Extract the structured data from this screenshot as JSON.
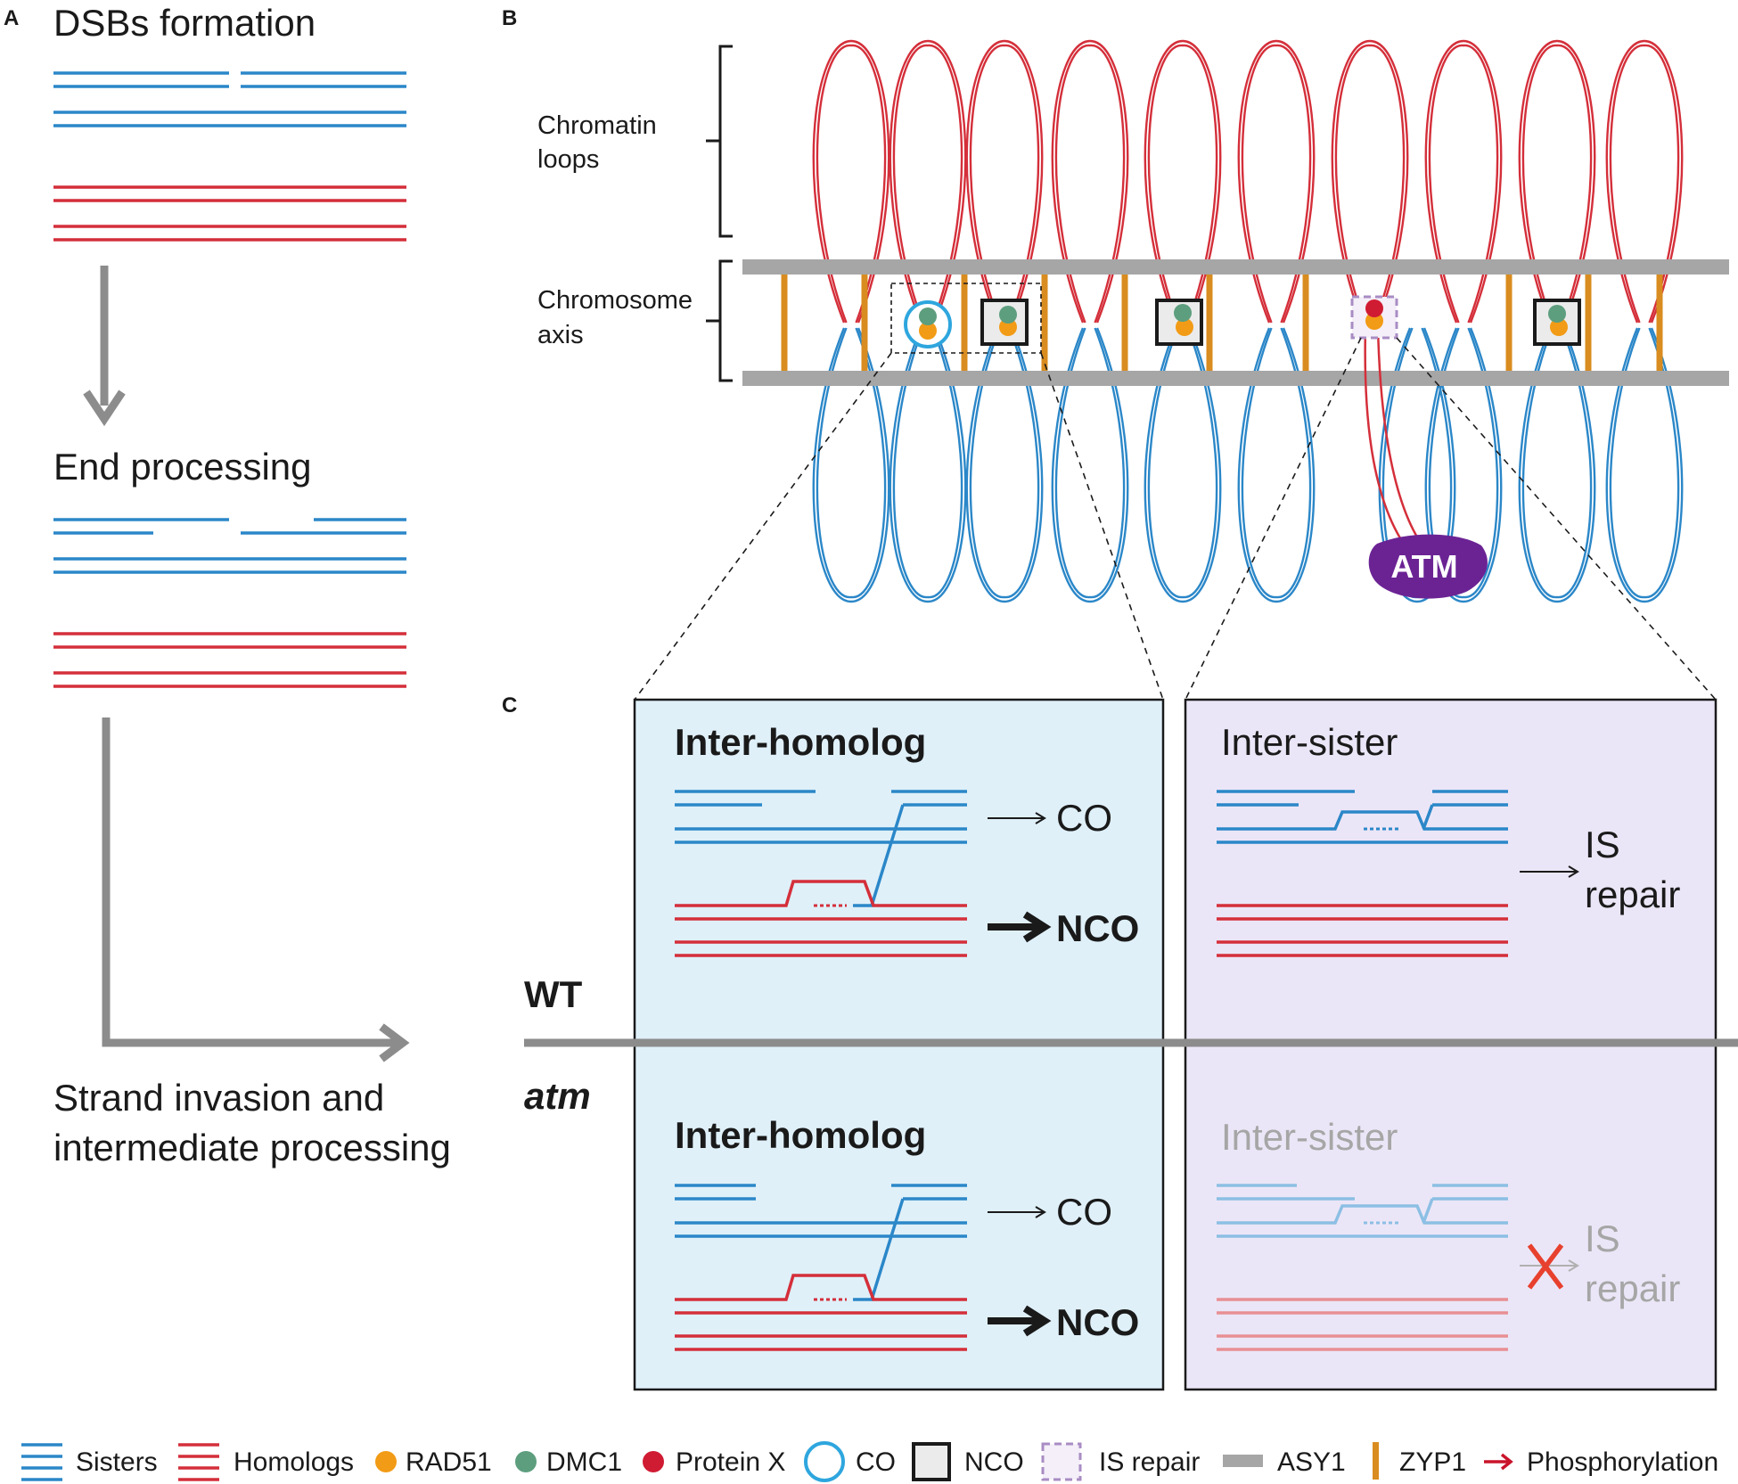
{
  "panels": {
    "a": {
      "letter": "A",
      "step1": "DSBs formation",
      "step2": "End processing",
      "step3_line1": "Strand invasion and",
      "step3_line2": "intermediate processing"
    },
    "b": {
      "letter": "B",
      "loops_line1": "Chromatin",
      "loops_line2": "loops",
      "axis_line1": "Chromosome",
      "axis_line2": "axis",
      "atm": "ATM"
    },
    "c": {
      "letter": "C",
      "wt": "WT",
      "atm": "atm",
      "wt_ih_title": "Inter-homolog",
      "wt_ih_co": "CO",
      "wt_ih_nco": "NCO",
      "wt_is_title": "Inter-sister",
      "wt_is_out1": "IS",
      "wt_is_out2": "repair",
      "atm_ih_title": "Inter-homolog",
      "atm_ih_co": "CO",
      "atm_ih_nco": "NCO",
      "atm_is_title": "Inter-sister",
      "atm_is_out1": "IS",
      "atm_is_out2": "repair"
    }
  },
  "legend": [
    {
      "label": "Sisters",
      "icon": "sisters-lines-icon"
    },
    {
      "label": "Homologs",
      "icon": "homologs-lines-icon"
    },
    {
      "label": "RAD51",
      "icon": "rad51-dot-icon"
    },
    {
      "label": "DMC1",
      "icon": "dmc1-dot-icon"
    },
    {
      "label": "Protein X",
      "icon": "protein-x-dot-icon"
    },
    {
      "label": "CO",
      "icon": "co-circle-icon"
    },
    {
      "label": "NCO",
      "icon": "nco-square-icon"
    },
    {
      "label": "IS repair",
      "icon": "is-repair-dashed-square-icon"
    },
    {
      "label": "ASY1",
      "icon": "asy1-bar-icon"
    },
    {
      "label": "ZYP1",
      "icon": "zyp1-bar-icon"
    },
    {
      "label": "Phosphorylation",
      "icon": "phosphorylation-arrow-icon"
    }
  ],
  "colors": {
    "sister_blue": "#2b87c8",
    "homolog_red": "#d42f3a",
    "rad51": "#f29b16",
    "dmc1": "#5d9e7e",
    "protein_x": "#d01c33",
    "co_ring": "#2ea6de",
    "is_dash": "#a98cc4",
    "asy1_gray": "#a6a6a6",
    "zyp1_orange": "#d98c1f",
    "atm_purple": "#6b2394",
    "ih_box_fill": "#dff0f9",
    "is_box_fill": "#ebe6f7"
  }
}
